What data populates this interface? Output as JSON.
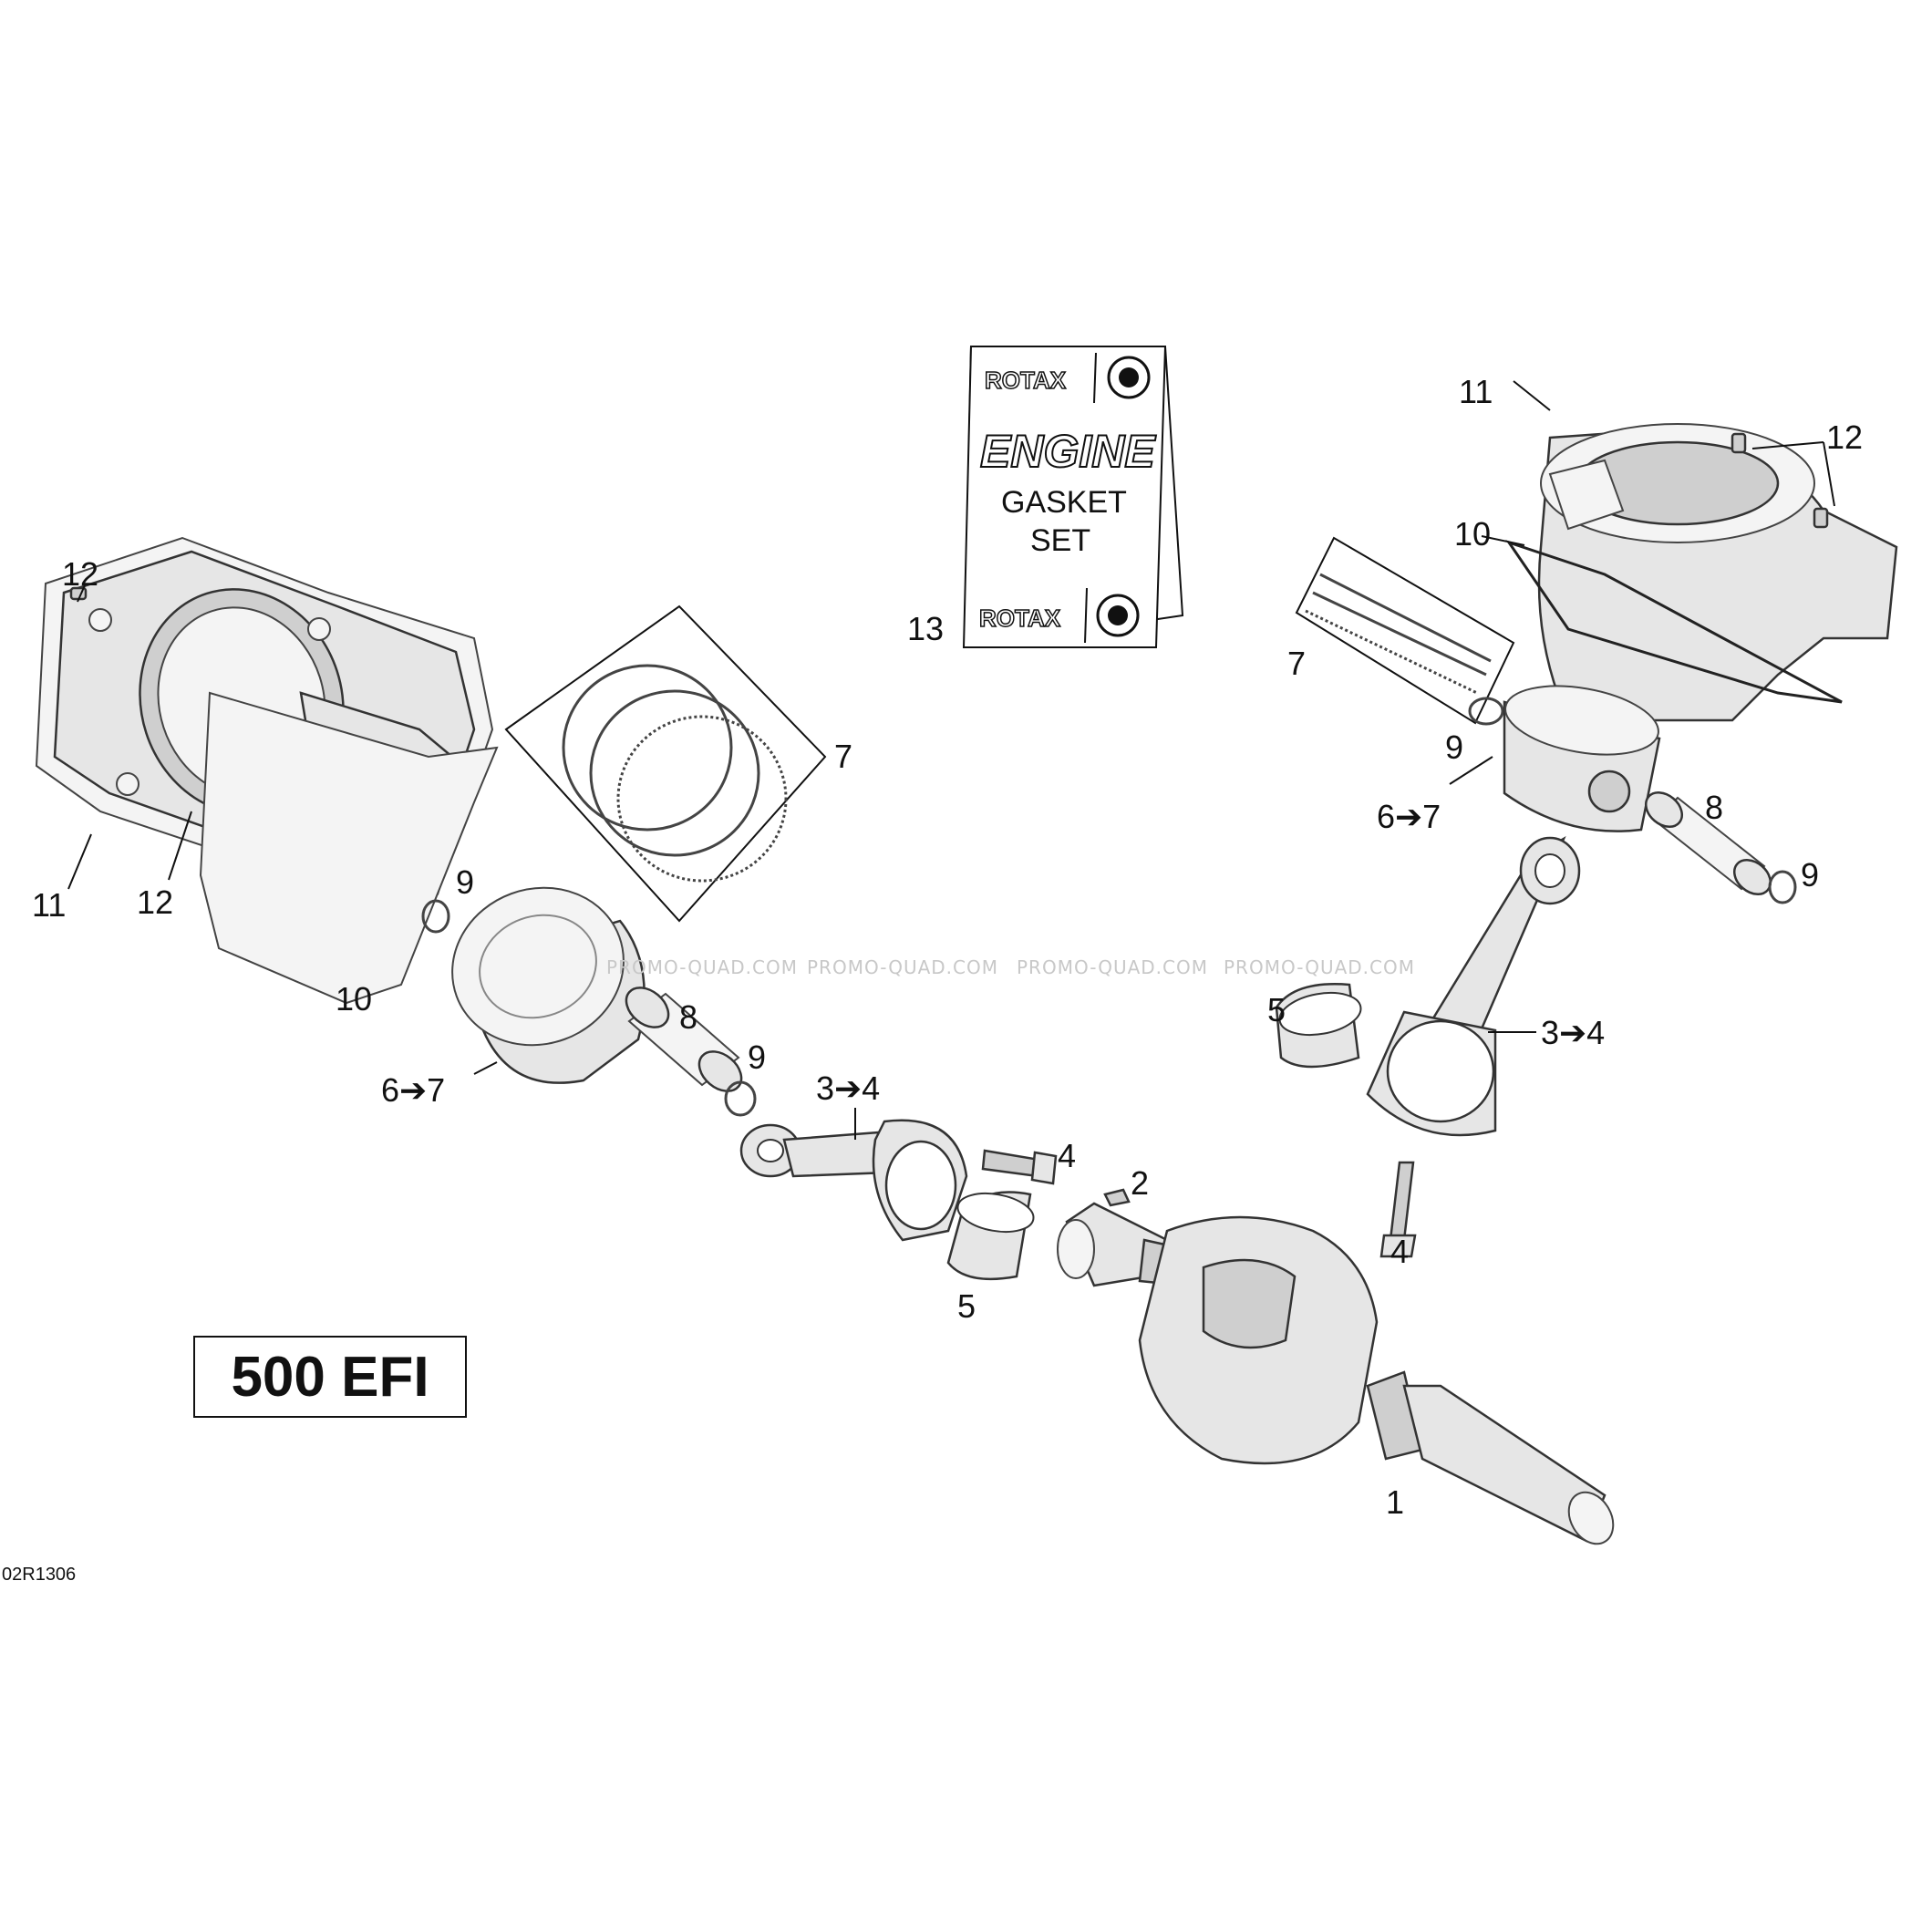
{
  "model_badge": "500 EFI",
  "diagram_code": "02R1306",
  "watermark": "PROMO-QUAD.COM",
  "gasket_set": {
    "brand": "ROTAX",
    "line1": "ENGINE",
    "line2": "GASKET",
    "line3": "SET"
  },
  "callouts": {
    "c1": "1",
    "c2": "2",
    "c3_4_left": "3➔4",
    "c3_4_right": "3➔4",
    "c4_left": "4",
    "c4_right": "4",
    "c5_left": "5",
    "c5_right": "5",
    "c6_7_left": "6➔7",
    "c6_7_right": "6➔7",
    "c7_left": "7",
    "c7_right": "7",
    "c8_left": "8",
    "c8_right": "8",
    "c9_left_a": "9",
    "c9_left_b": "9",
    "c9_right_a": "9",
    "c9_right_b": "9",
    "c10_left": "10",
    "c10_right": "10",
    "c11_left": "11",
    "c11_right": "11",
    "c12_left_a": "12",
    "c12_left_b": "12",
    "c12_right": "12",
    "c13": "13"
  },
  "colors": {
    "line": "#111111",
    "part_fill": "#e6e6e6",
    "watermark": "#c8c8c8"
  }
}
